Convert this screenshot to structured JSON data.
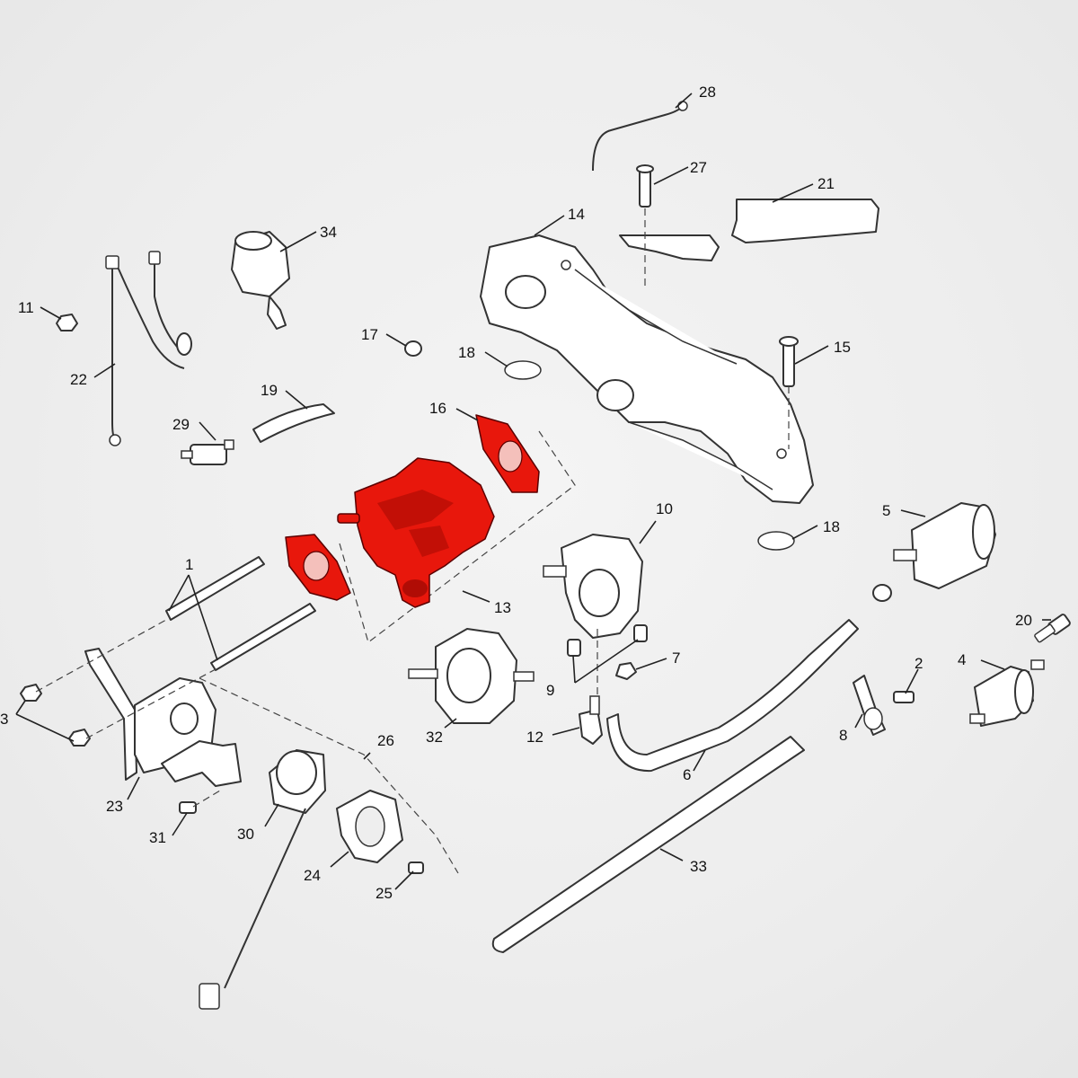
{
  "highlight_color": "#e8170c",
  "callouts": {
    "c1": "1",
    "c2": "2",
    "c3": "3",
    "c4": "4",
    "c5": "5",
    "c6": "6",
    "c7": "7",
    "c8": "8",
    "c9": "9",
    "c10": "10",
    "c11": "11",
    "c12": "12",
    "c13": "13",
    "c14": "14",
    "c15": "15",
    "c16": "16",
    "c17": "17",
    "c18a": "18",
    "c18b": "18",
    "c19": "19",
    "c20": "20",
    "c21": "21",
    "c22": "22",
    "c23": "23",
    "c24": "24",
    "c25": "25",
    "c26": "26",
    "c27": "27",
    "c28": "28",
    "c29": "29",
    "c30": "30",
    "c31": "31",
    "c32": "32",
    "c33": "33",
    "c34": "34"
  }
}
